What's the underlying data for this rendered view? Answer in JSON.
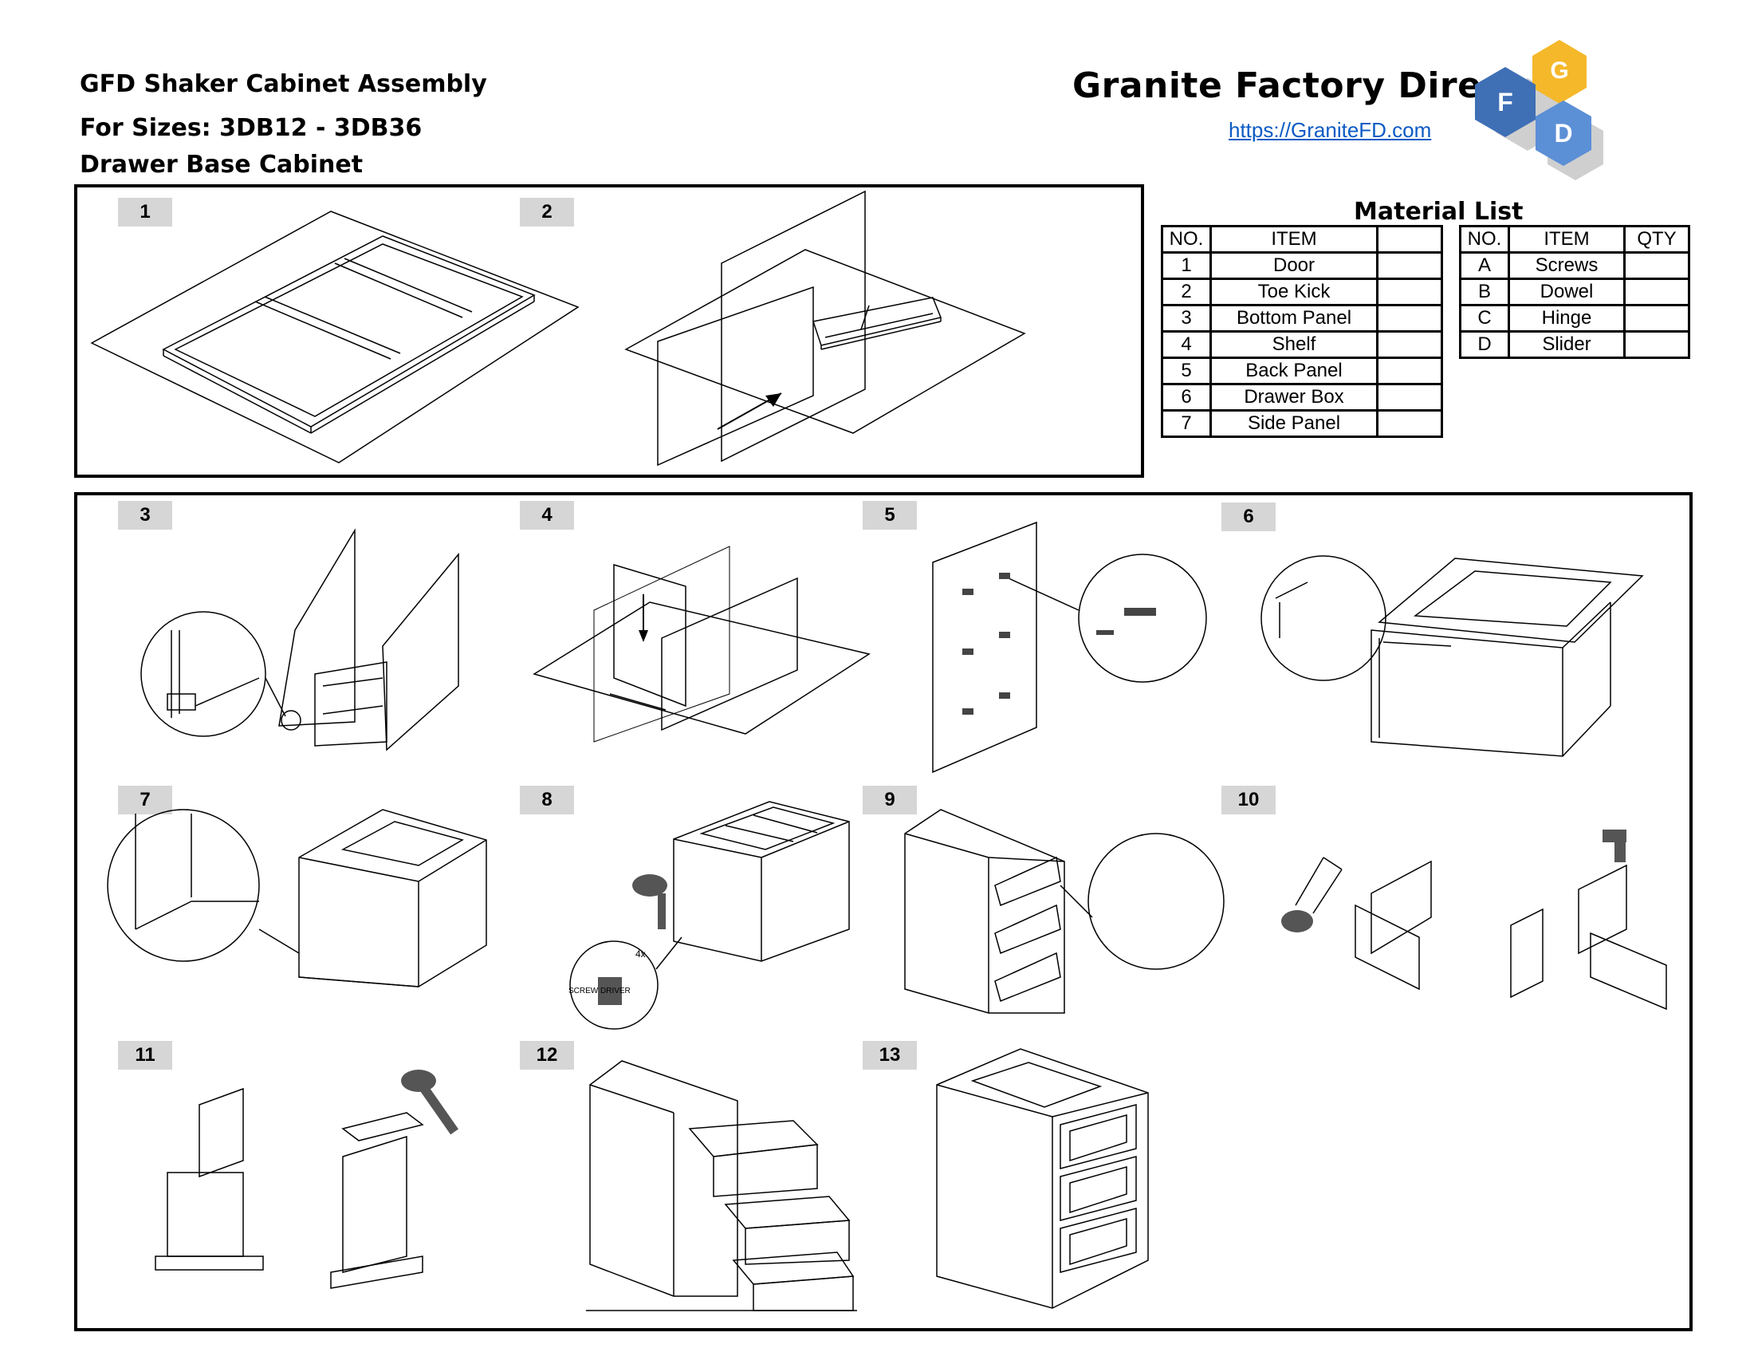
{
  "header": {
    "title": "GFD Shaker Cabinet Assembly",
    "sizes": "For Sizes: 3DB12 - 3DB36",
    "subtitle": "Drawer Base Cabinet"
  },
  "brand": {
    "name": "Granite Factory Direct",
    "url": "https://GraniteFD.com",
    "logo_letters": [
      "G",
      "F",
      "D"
    ],
    "logo_colors": {
      "G": "#f5b82a",
      "F": "#3f6fb5",
      "D": "#5b8fd6",
      "shadow": "#c9c9c9"
    }
  },
  "material_list": {
    "title": "Material List",
    "parts": {
      "headers": [
        "NO.",
        "ITEM",
        ""
      ],
      "rows": [
        [
          "1",
          "Door",
          ""
        ],
        [
          "2",
          "Toe Kick",
          ""
        ],
        [
          "3",
          "Bottom Panel",
          ""
        ],
        [
          "4",
          "Shelf",
          ""
        ],
        [
          "5",
          "Back Panel",
          ""
        ],
        [
          "6",
          "Drawer Box",
          ""
        ],
        [
          "7",
          "Side Panel",
          ""
        ]
      ]
    },
    "hardware": {
      "headers": [
        "NO.",
        "ITEM",
        "QTY"
      ],
      "rows": [
        [
          "A",
          "Screws",
          ""
        ],
        [
          "B",
          "Dowel",
          ""
        ],
        [
          "C",
          "Hinge",
          ""
        ],
        [
          "D",
          "Slider",
          ""
        ]
      ]
    }
  },
  "steps": [
    "1",
    "2",
    "3",
    "4",
    "5",
    "6",
    "7",
    "8",
    "9",
    "10",
    "11",
    "12",
    "13"
  ],
  "illustration_notes": {
    "step8_label": "SCREW DRIVER",
    "step8_count": "4x"
  }
}
